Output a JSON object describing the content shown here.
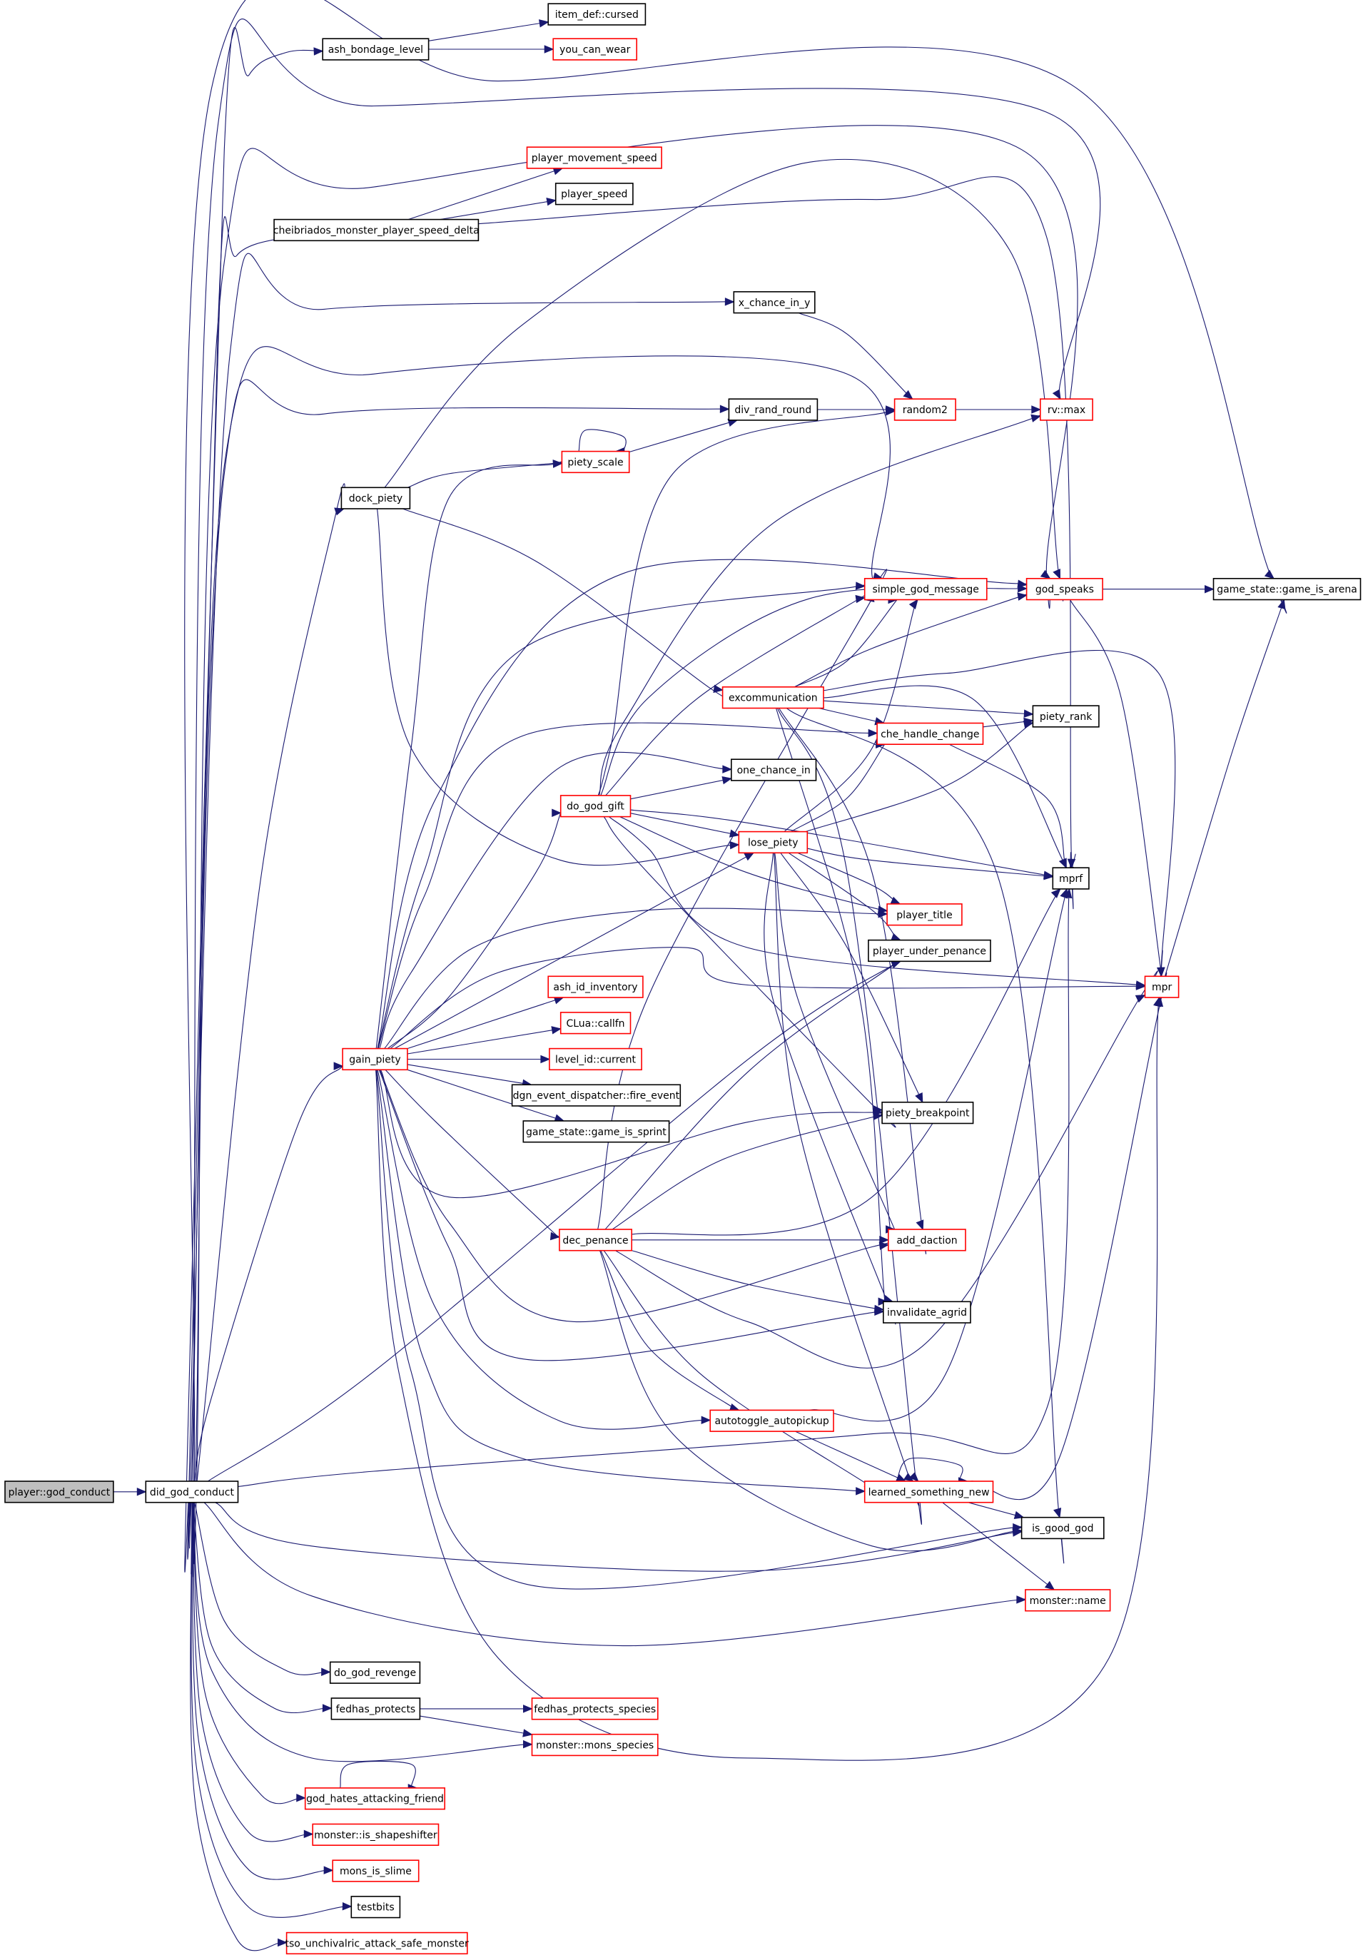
{
  "colors": {
    "edge": "#191970",
    "border_documented": "#000000",
    "border_undocumented": "#ff0000",
    "fill_root": "#bfbfbf",
    "fill_default": "#ffffff"
  },
  "nodes": [
    {
      "id": "player_god_conduct",
      "label": "player::god_conduct",
      "border": "black",
      "fill": "root"
    },
    {
      "id": "did_god_conduct",
      "label": "did_god_conduct",
      "border": "black"
    },
    {
      "id": "ash_bondage_level",
      "label": "ash_bondage_level",
      "border": "black"
    },
    {
      "id": "item_def_cursed",
      "label": "item_def::cursed",
      "border": "black"
    },
    {
      "id": "you_can_wear",
      "label": "you_can_wear",
      "border": "red"
    },
    {
      "id": "player_movement_speed",
      "label": "player_movement_speed",
      "border": "red"
    },
    {
      "id": "player_speed",
      "label": "player_speed",
      "border": "black"
    },
    {
      "id": "cheibriados_monster_player_speed_delta",
      "label": "cheibriados_monster_player_speed_delta",
      "border": "black"
    },
    {
      "id": "x_chance_in_y",
      "label": "x_chance_in_y",
      "border": "black"
    },
    {
      "id": "div_rand_round",
      "label": "div_rand_round",
      "border": "black"
    },
    {
      "id": "random2",
      "label": "random2",
      "border": "red"
    },
    {
      "id": "rv_max",
      "label": "rv::max",
      "border": "red"
    },
    {
      "id": "piety_scale",
      "label": "piety_scale",
      "border": "red"
    },
    {
      "id": "dock_piety",
      "label": "dock_piety",
      "border": "black"
    },
    {
      "id": "simple_god_message",
      "label": "simple_god_message",
      "border": "red"
    },
    {
      "id": "god_speaks",
      "label": "god_speaks",
      "border": "red"
    },
    {
      "id": "game_state_game_is_arena",
      "label": "game_state::game_is_arena",
      "border": "black"
    },
    {
      "id": "excommunication",
      "label": "excommunication",
      "border": "red"
    },
    {
      "id": "che_handle_change",
      "label": "che_handle_change",
      "border": "red"
    },
    {
      "id": "piety_rank",
      "label": "piety_rank",
      "border": "black"
    },
    {
      "id": "one_chance_in",
      "label": "one_chance_in",
      "border": "black"
    },
    {
      "id": "do_god_gift",
      "label": "do_god_gift",
      "border": "red"
    },
    {
      "id": "lose_piety",
      "label": "lose_piety",
      "border": "red"
    },
    {
      "id": "mprf",
      "label": "mprf",
      "border": "black"
    },
    {
      "id": "player_title",
      "label": "player_title",
      "border": "red"
    },
    {
      "id": "player_under_penance",
      "label": "player_under_penance",
      "border": "black"
    },
    {
      "id": "mpr",
      "label": "mpr",
      "border": "red"
    },
    {
      "id": "ash_id_inventory",
      "label": "ash_id_inventory",
      "border": "red"
    },
    {
      "id": "clua_callfn",
      "label": "CLua::callfn",
      "border": "red"
    },
    {
      "id": "level_id_current",
      "label": "level_id::current",
      "border": "red"
    },
    {
      "id": "gain_piety",
      "label": "gain_piety",
      "border": "red"
    },
    {
      "id": "dgn_event_dispatcher_fire_event",
      "label": "dgn_event_dispatcher::fire_event",
      "border": "black"
    },
    {
      "id": "game_state_game_is_sprint",
      "label": "game_state::game_is_sprint",
      "border": "black"
    },
    {
      "id": "piety_breakpoint",
      "label": "piety_breakpoint",
      "border": "black"
    },
    {
      "id": "dec_penance",
      "label": "dec_penance",
      "border": "red"
    },
    {
      "id": "add_daction",
      "label": "add_daction",
      "border": "red"
    },
    {
      "id": "invalidate_agrid",
      "label": "invalidate_agrid",
      "border": "black"
    },
    {
      "id": "autotoggle_autopickup",
      "label": "autotoggle_autopickup",
      "border": "red"
    },
    {
      "id": "learned_something_new",
      "label": "learned_something_new",
      "border": "red"
    },
    {
      "id": "is_good_god",
      "label": "is_good_god",
      "border": "black"
    },
    {
      "id": "monster_name",
      "label": "monster::name",
      "border": "red"
    },
    {
      "id": "do_god_revenge",
      "label": "do_god_revenge",
      "border": "black"
    },
    {
      "id": "fedhas_protects",
      "label": "fedhas_protects",
      "border": "black"
    },
    {
      "id": "fedhas_protects_species",
      "label": "fedhas_protects_species",
      "border": "red"
    },
    {
      "id": "monster_mons_species",
      "label": "monster::mons_species",
      "border": "red"
    },
    {
      "id": "god_hates_attacking_friend",
      "label": "god_hates_attacking_friend",
      "border": "red"
    },
    {
      "id": "monster_is_shapeshifter",
      "label": "monster::is_shapeshifter",
      "border": "red"
    },
    {
      "id": "mons_is_slime",
      "label": "mons_is_slime",
      "border": "red"
    },
    {
      "id": "testbits",
      "label": "testbits",
      "border": "black"
    },
    {
      "id": "tso_unchivalric_attack_safe_monster",
      "label": "tso_unchivalric_attack_safe_monster",
      "border": "red"
    }
  ]
}
